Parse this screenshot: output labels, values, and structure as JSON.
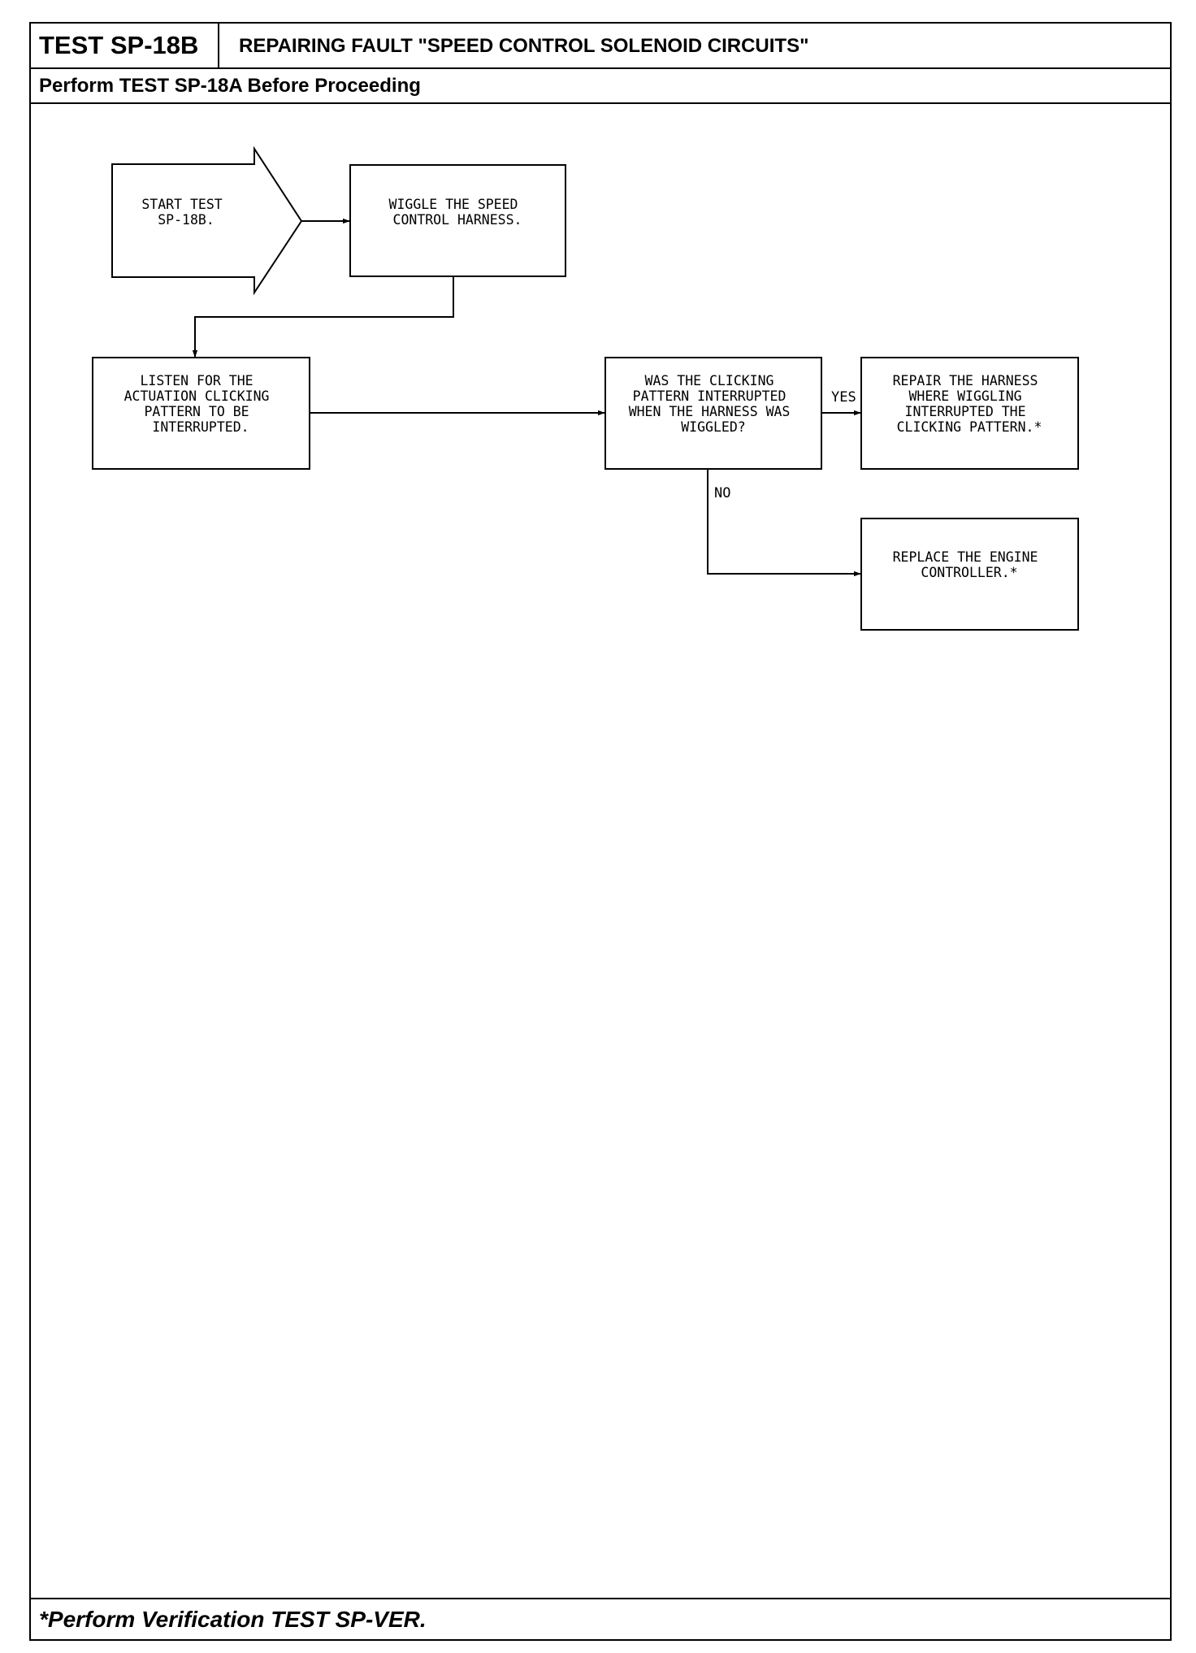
{
  "header": {
    "test_id": "TEST SP-18B",
    "title": "REPAIRING FAULT \"SPEED CONTROL SOLENOID CIRCUITS\"",
    "prerequisite": "Perform TEST SP-18A Before Proceeding"
  },
  "flowchart": {
    "start": [
      "START TEST",
      "SP-18B."
    ],
    "wiggle": [
      "WIGGLE THE SPEED",
      "CONTROL HARNESS."
    ],
    "listen": [
      "LISTEN FOR THE",
      "ACTUATION CLICKING",
      "PATTERN TO BE",
      "INTERRUPTED."
    ],
    "question": [
      "WAS THE CLICKING",
      "PATTERN INTERRUPTED",
      "WHEN THE HARNESS WAS",
      "WIGGLED?"
    ],
    "yes_label": "YES",
    "no_label": "NO",
    "repair": [
      "REPAIR THE HARNESS",
      "WHERE WIGGLING",
      "INTERRUPTED THE",
      "CLICKING PATTERN.*"
    ],
    "replace": [
      "REPLACE THE ENGINE",
      "CONTROLLER.*"
    ]
  },
  "footer": {
    "note": "*Perform Verification TEST SP-VER."
  }
}
